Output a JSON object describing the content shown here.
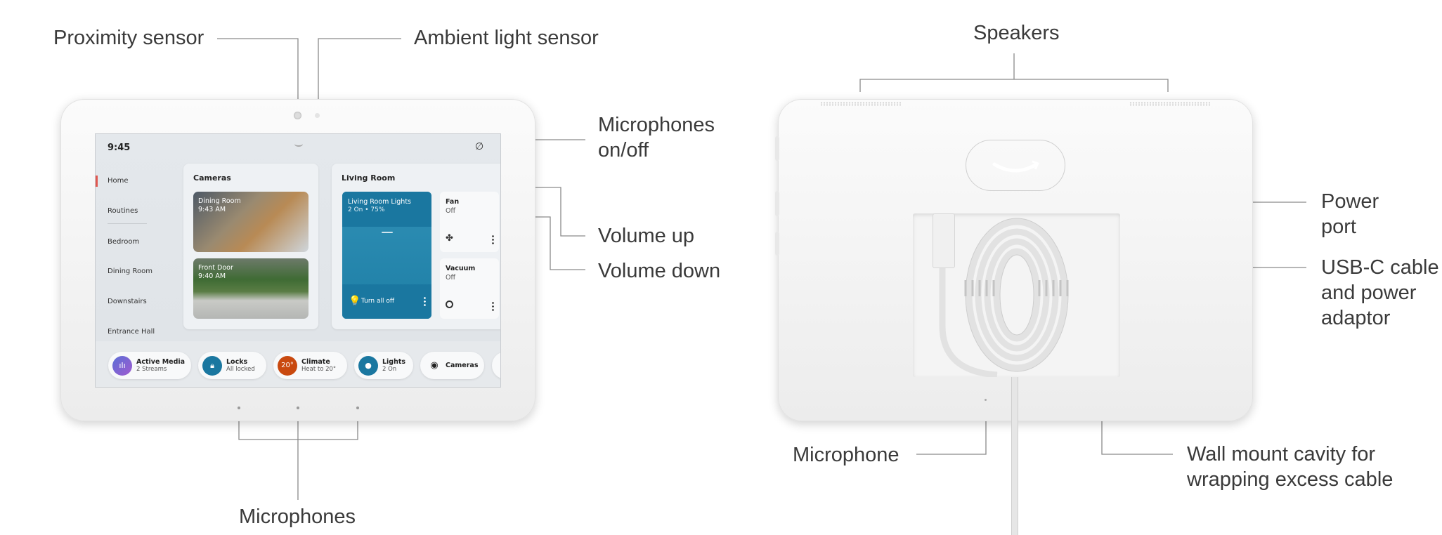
{
  "labels": {
    "proximity_sensor": "Proximity sensor",
    "ambient_light_sensor": "Ambient light sensor",
    "microphones_onoff_1": "Microphones",
    "microphones_onoff_2": "on/off",
    "volume_up": "Volume up",
    "volume_down": "Volume down",
    "microphones": "Microphones",
    "speakers": "Speakers",
    "power_port_1": "Power",
    "power_port_2": "port",
    "usbc_1": "USB-C cable",
    "usbc_2": "and power",
    "usbc_3": "adaptor",
    "microphone": "Microphone",
    "wall_mount_1": "Wall mount cavity for",
    "wall_mount_2": "wrapping excess cable"
  },
  "screen": {
    "time": "9:45",
    "nav": [
      "Home",
      "Routines",
      "Bedroom",
      "Dining Room",
      "Downstairs",
      "Entrance Hall"
    ],
    "cameras": {
      "title": "Cameras",
      "feeds": [
        {
          "name": "Dining Room",
          "time": "9:43 AM"
        },
        {
          "name": "Front Door",
          "time": "9:40 AM"
        }
      ]
    },
    "living_room": {
      "title": "Living Room",
      "lights": {
        "name": "Living Room Lights",
        "status": "2 On • 75%",
        "action": "Turn all off",
        "brightness_pct": 75
      },
      "fan": {
        "name": "Fan",
        "status": "Off"
      },
      "vacuum": {
        "name": "Vacuum",
        "status": "Off"
      }
    },
    "chips": [
      {
        "title": "Active Media",
        "sub": "2 Streams"
      },
      {
        "title": "Locks",
        "sub": "All locked"
      },
      {
        "title": "Climate",
        "sub": "Heat to 20°",
        "badge": "20°"
      },
      {
        "title": "Lights",
        "sub": "2 On"
      },
      {
        "title": "Cameras"
      }
    ],
    "colors": {
      "accent": "#1a7fa8",
      "climate": "#c9490f",
      "media": "#7a5cc9",
      "nav_active": "#e0574f"
    }
  }
}
